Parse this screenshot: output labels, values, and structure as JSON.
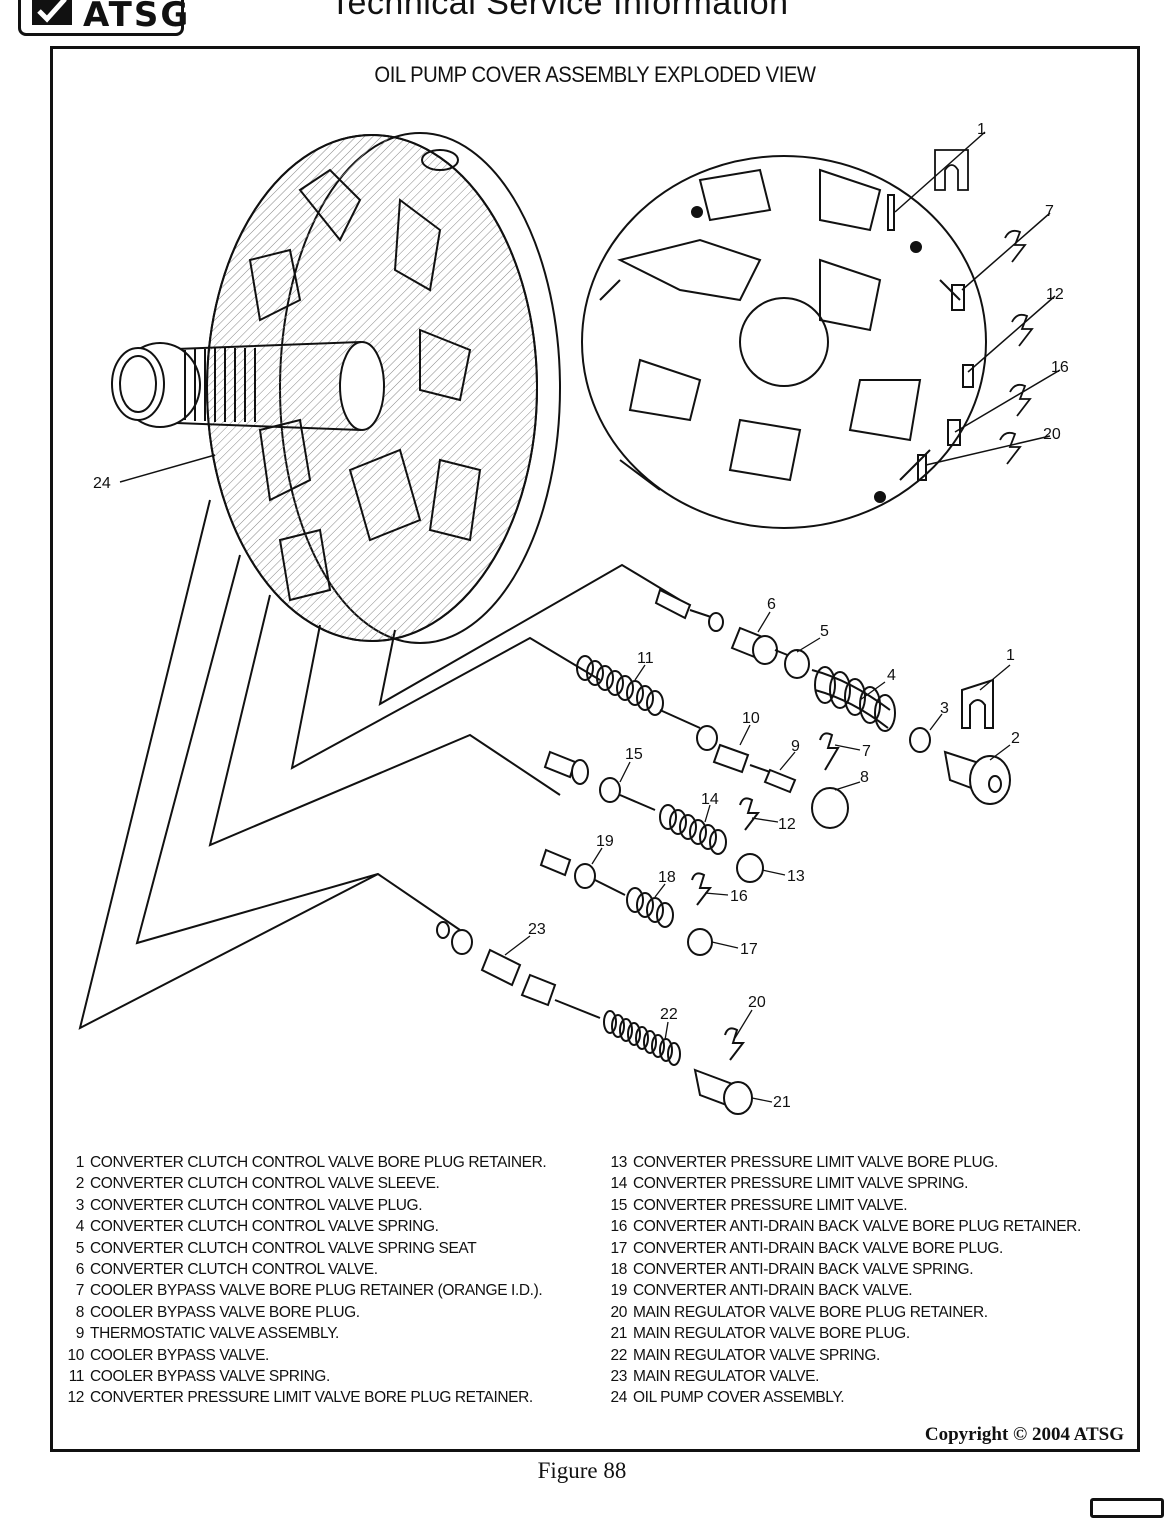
{
  "header": {
    "logo_text": "ATSG",
    "title": "Technical Service Information"
  },
  "figure": {
    "title": "OIL PUMP COVER ASSEMBLY EXPLODED VIEW",
    "callouts": [
      "1",
      "7",
      "12",
      "16",
      "20",
      "24",
      "6",
      "5",
      "11",
      "4",
      "1",
      "10",
      "3",
      "2",
      "9",
      "7",
      "15",
      "8",
      "14",
      "12",
      "19",
      "13",
      "18",
      "16",
      "23",
      "17",
      "20",
      "22",
      "21"
    ]
  },
  "legend": {
    "left": [
      {
        "num": "1",
        "text": "CONVERTER CLUTCH CONTROL VALVE BORE PLUG RETAINER."
      },
      {
        "num": "2",
        "text": "CONVERTER CLUTCH CONTROL VALVE SLEEVE."
      },
      {
        "num": "3",
        "text": "CONVERTER CLUTCH CONTROL VALVE PLUG."
      },
      {
        "num": "4",
        "text": "CONVERTER CLUTCH CONTROL VALVE SPRING."
      },
      {
        "num": "5",
        "text": "CONVERTER CLUTCH CONTROL VALVE SPRING SEAT"
      },
      {
        "num": "6",
        "text": "CONVERTER CLUTCH CONTROL VALVE."
      },
      {
        "num": "7",
        "text": "COOLER BYPASS VALVE BORE PLUG RETAINER (ORANGE I.D.)."
      },
      {
        "num": "8",
        "text": "COOLER BYPASS VALVE BORE PLUG."
      },
      {
        "num": "9",
        "text": "THERMOSTATIC VALVE ASSEMBLY."
      },
      {
        "num": "10",
        "text": "COOLER BYPASS VALVE."
      },
      {
        "num": "11",
        "text": "COOLER BYPASS VALVE SPRING."
      },
      {
        "num": "12",
        "text": "CONVERTER PRESSURE LIMIT VALVE BORE PLUG RETAINER."
      }
    ],
    "right": [
      {
        "num": "13",
        "text": "CONVERTER PRESSURE LIMIT VALVE BORE PLUG."
      },
      {
        "num": "14",
        "text": "CONVERTER PRESSURE LIMIT VALVE SPRING."
      },
      {
        "num": "15",
        "text": "CONVERTER PRESSURE LIMIT VALVE."
      },
      {
        "num": "16",
        "text": "CONVERTER ANTI-DRAIN BACK VALVE BORE PLUG RETAINER."
      },
      {
        "num": "17",
        "text": "CONVERTER ANTI-DRAIN BACK VALVE BORE PLUG."
      },
      {
        "num": "18",
        "text": "CONVERTER ANTI-DRAIN BACK VALVE SPRING."
      },
      {
        "num": "19",
        "text": "CONVERTER ANTI-DRAIN BACK VALVE."
      },
      {
        "num": "20",
        "text": "MAIN REGULATOR VALVE BORE PLUG RETAINER."
      },
      {
        "num": "21",
        "text": "MAIN REGULATOR VALVE BORE PLUG."
      },
      {
        "num": "22",
        "text": "MAIN REGULATOR VALVE SPRING."
      },
      {
        "num": "23",
        "text": "MAIN REGULATOR VALVE."
      },
      {
        "num": "24",
        "text": "OIL PUMP COVER ASSEMBLY."
      }
    ]
  },
  "copyright": "Copyright © 2004 ATSG",
  "caption": "Figure 88"
}
